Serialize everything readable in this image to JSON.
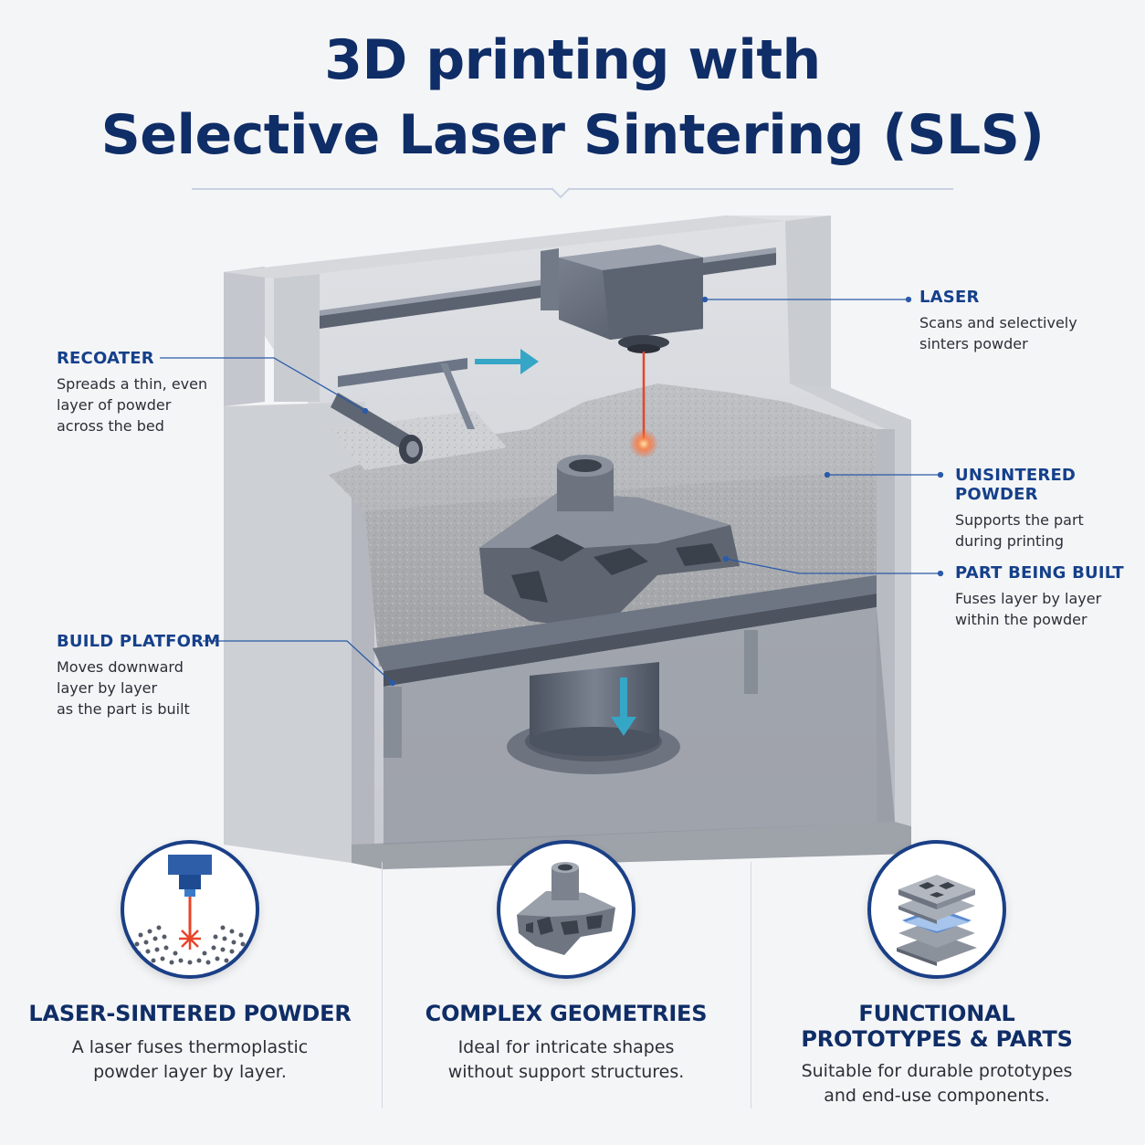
{
  "title": {
    "line1": "3D printing with",
    "line2": "Selective Laser Sintering (SLS)"
  },
  "callouts": {
    "recoater": {
      "title": "RECOATER",
      "desc": [
        "Spreads a thin, even",
        "layer of powder",
        "across the bed"
      ]
    },
    "laser": {
      "title": "LASER",
      "desc": [
        "Scans and selectively",
        "sinters powder"
      ]
    },
    "unsintered": {
      "title": "UNSINTERED POWDER",
      "desc": [
        "Supports the part",
        "during printing"
      ]
    },
    "part": {
      "title": "PART BEING BUILT",
      "desc": [
        "Fuses layer by layer",
        "within the powder"
      ]
    },
    "platform": {
      "title": "BUILD PLATFORM",
      "desc": [
        "Moves downward",
        "layer by layer",
        "as the part is built"
      ]
    }
  },
  "features": [
    {
      "title": [
        "LASER-SINTERED POWDER"
      ],
      "desc": [
        "A laser fuses thermoplastic",
        "powder layer by layer."
      ],
      "icon": "laser-sintering-icon"
    },
    {
      "title": [
        "COMPLEX GEOMETRIES"
      ],
      "desc": [
        "Ideal for intricate shapes",
        "without support structures."
      ],
      "icon": "lattice-part-icon"
    },
    {
      "title": [
        "FUNCTIONAL",
        "PROTOTYPES & PARTS"
      ],
      "desc": [
        "Suitable for durable prototypes",
        "and end-use components."
      ],
      "icon": "layered-parts-icon"
    }
  ],
  "colors": {
    "title": "#0f2d66",
    "callout_title": "#15408a",
    "leader": "#2a5aa8",
    "arrow": "#36a6c6",
    "laser_beam": "#e8442a"
  }
}
